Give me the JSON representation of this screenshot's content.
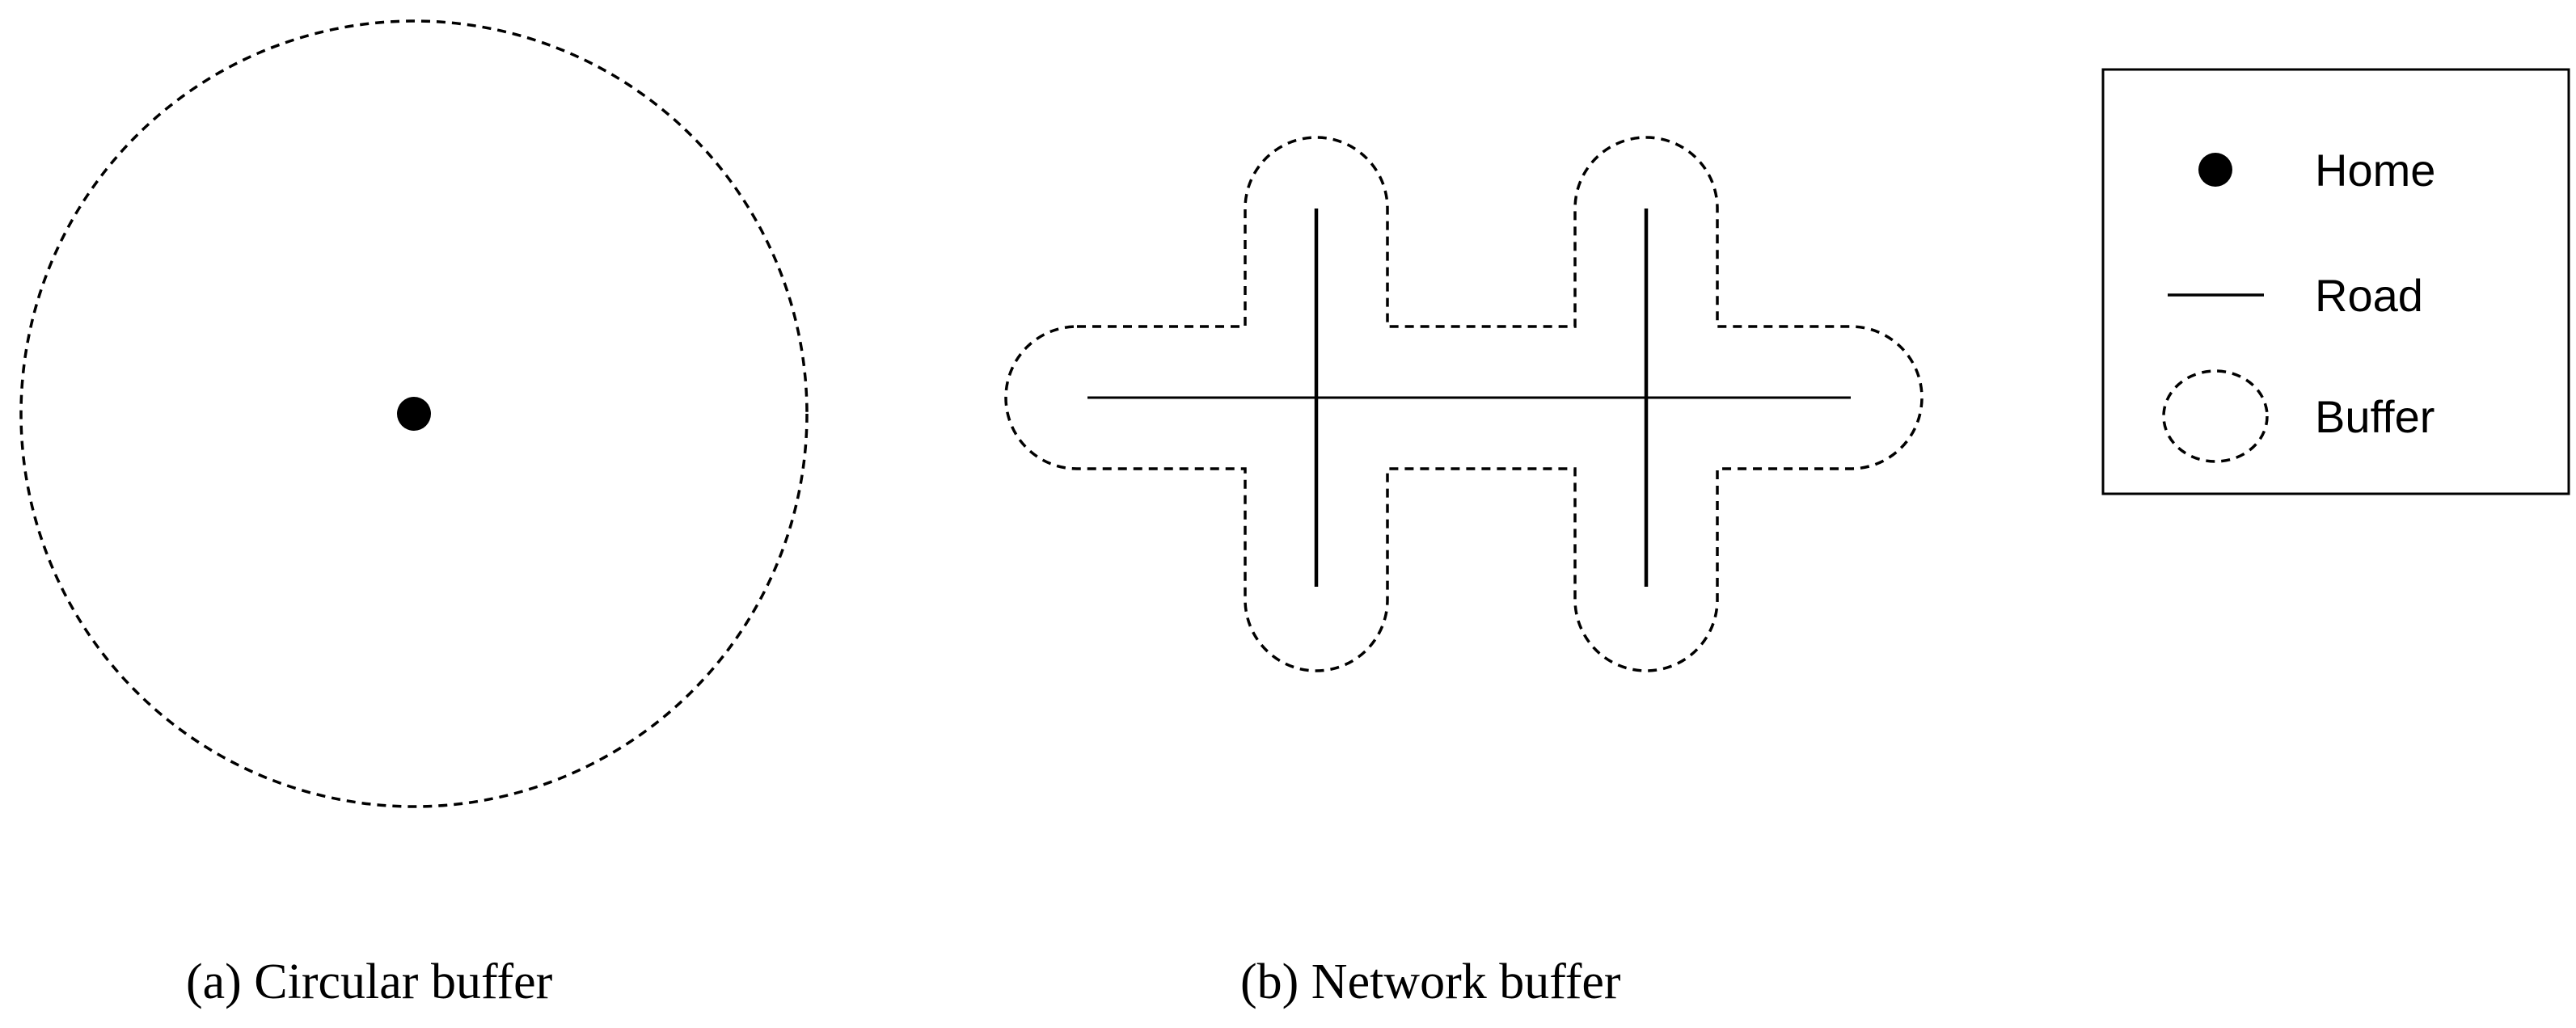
{
  "panels": {
    "a": {
      "caption": "(a) Circular buffer",
      "elements": [
        "home",
        "buffer"
      ]
    },
    "b": {
      "caption": "(b) Network buffer",
      "elements": [
        "road",
        "buffer"
      ]
    }
  },
  "legend": {
    "items": [
      {
        "symbol": "filled-dot-icon",
        "label": "Home"
      },
      {
        "symbol": "solid-line-icon",
        "label": "Road"
      },
      {
        "symbol": "dashed-circle-icon",
        "label": "Buffer"
      }
    ]
  },
  "colors": {
    "ink": "#000000",
    "background": "#ffffff"
  }
}
